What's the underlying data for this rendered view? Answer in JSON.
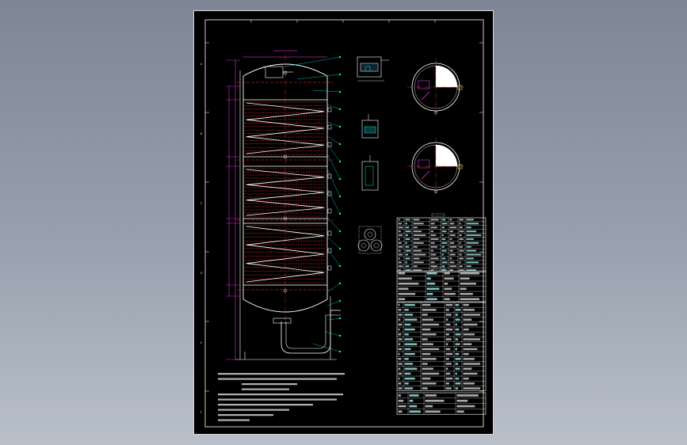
{
  "app": {
    "viewer_bg_top": "#7d8694",
    "viewer_bg_bottom": "#b9c0ca"
  },
  "drawing": {
    "sheet_bg": "#000000",
    "line_white": "#ffffff",
    "line_red": "#ff3030",
    "line_magenta": "#ff40ff",
    "line_cyan": "#00e5e5",
    "line_blue": "#4a7cff",
    "line_yellow": "#ffff40",
    "zone_labels_left": [
      "A",
      "B",
      "C",
      "D",
      "E",
      "F"
    ],
    "vessel": {
      "coil_sections": 3,
      "tube_rows_per_section": 16
    },
    "sections": [
      "A",
      "B",
      "C",
      "D"
    ],
    "notes_lines": 10,
    "tables": {
      "parts_list_rows": 14,
      "design_data_rows": 6,
      "nozzle_table_rows": 18,
      "title_block_rows": 4
    }
  }
}
